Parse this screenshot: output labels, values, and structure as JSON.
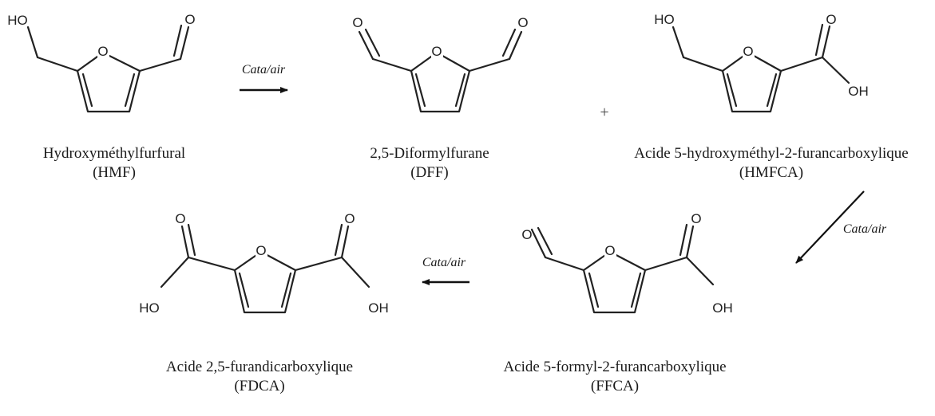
{
  "atoms": {
    "oxygen": "O",
    "hydroxyl_left": "HO",
    "hydroxyl_right": "OH"
  },
  "reaction": {
    "condition": "Cata/air",
    "plus": "+"
  },
  "compounds": {
    "hmf": {
      "name": "Hydroxyméthylfurfural",
      "abbr": "(HMF)"
    },
    "dff": {
      "name": "2,5-Diformylfurane",
      "abbr": "(DFF)"
    },
    "hmfca": {
      "name": "Acide 5-hydroxyméthyl-2-furancarboxylique",
      "abbr": "(HMFCA)"
    },
    "ffca": {
      "name": "Acide 5-formyl-2-furancarboxylique",
      "abbr": "(FFCA)"
    },
    "fdca": {
      "name": "Acide  2,5-furandicarboxylique",
      "abbr": "(FDCA)"
    }
  }
}
